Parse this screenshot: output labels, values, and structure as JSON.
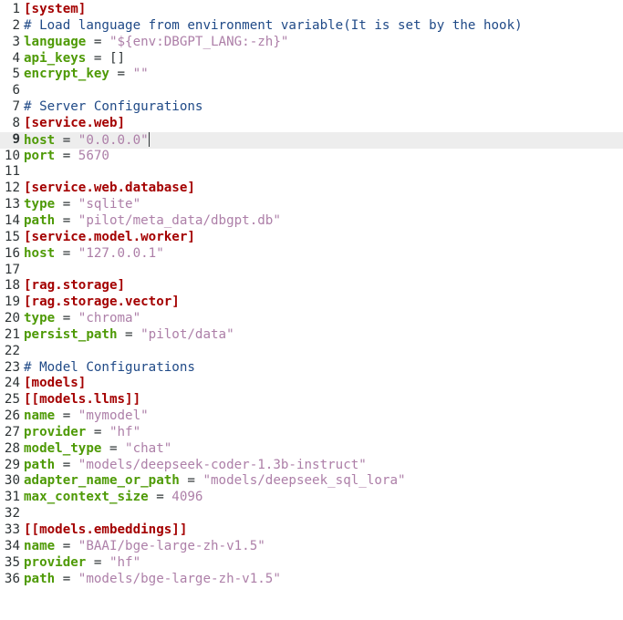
{
  "editor": {
    "current_line": 9,
    "lines": [
      {
        "n": "1",
        "tokens": [
          {
            "t": "section",
            "v": "[system]"
          }
        ]
      },
      {
        "n": "2",
        "tokens": [
          {
            "t": "comment",
            "v": "# Load language from environment variable(It is set by the hook)"
          }
        ]
      },
      {
        "n": "3",
        "tokens": [
          {
            "t": "key",
            "v": "language"
          },
          {
            "t": "op",
            "v": " = "
          },
          {
            "t": "str",
            "v": "\"${env:DBGPT_LANG:-zh}\""
          }
        ]
      },
      {
        "n": "4",
        "tokens": [
          {
            "t": "key",
            "v": "api_keys"
          },
          {
            "t": "op",
            "v": " = "
          },
          {
            "t": "plain",
            "v": "[]"
          }
        ]
      },
      {
        "n": "5",
        "tokens": [
          {
            "t": "key",
            "v": "encrypt_key"
          },
          {
            "t": "op",
            "v": " = "
          },
          {
            "t": "str",
            "v": "\"\""
          }
        ]
      },
      {
        "n": "6",
        "tokens": []
      },
      {
        "n": "7",
        "tokens": [
          {
            "t": "comment",
            "v": "# Server Configurations"
          }
        ]
      },
      {
        "n": "8",
        "tokens": [
          {
            "t": "section",
            "v": "[service.web]"
          }
        ]
      },
      {
        "n": "9",
        "tokens": [
          {
            "t": "key",
            "v": "host"
          },
          {
            "t": "op",
            "v": " = "
          },
          {
            "t": "str",
            "v": "\"0.0.0.0\""
          },
          {
            "t": "cursor",
            "v": ""
          }
        ]
      },
      {
        "n": "10",
        "tokens": [
          {
            "t": "key",
            "v": "port"
          },
          {
            "t": "op",
            "v": " = "
          },
          {
            "t": "num",
            "v": "5670"
          }
        ]
      },
      {
        "n": "11",
        "tokens": []
      },
      {
        "n": "12",
        "tokens": [
          {
            "t": "section",
            "v": "[service.web.database]"
          }
        ]
      },
      {
        "n": "13",
        "tokens": [
          {
            "t": "key",
            "v": "type"
          },
          {
            "t": "op",
            "v": " = "
          },
          {
            "t": "str",
            "v": "\"sqlite\""
          }
        ]
      },
      {
        "n": "14",
        "tokens": [
          {
            "t": "key",
            "v": "path"
          },
          {
            "t": "op",
            "v": " = "
          },
          {
            "t": "str",
            "v": "\"pilot/meta_data/dbgpt.db\""
          }
        ]
      },
      {
        "n": "15",
        "tokens": [
          {
            "t": "section",
            "v": "[service.model.worker]"
          }
        ]
      },
      {
        "n": "16",
        "tokens": [
          {
            "t": "key",
            "v": "host"
          },
          {
            "t": "op",
            "v": " = "
          },
          {
            "t": "str",
            "v": "\"127.0.0.1\""
          }
        ]
      },
      {
        "n": "17",
        "tokens": []
      },
      {
        "n": "18",
        "tokens": [
          {
            "t": "section",
            "v": "[rag.storage]"
          }
        ]
      },
      {
        "n": "19",
        "tokens": [
          {
            "t": "section",
            "v": "[rag.storage.vector]"
          }
        ]
      },
      {
        "n": "20",
        "tokens": [
          {
            "t": "key",
            "v": "type"
          },
          {
            "t": "op",
            "v": " = "
          },
          {
            "t": "str",
            "v": "\"chroma\""
          }
        ]
      },
      {
        "n": "21",
        "tokens": [
          {
            "t": "key",
            "v": "persist_path"
          },
          {
            "t": "op",
            "v": " = "
          },
          {
            "t": "str",
            "v": "\"pilot/data\""
          }
        ]
      },
      {
        "n": "22",
        "tokens": []
      },
      {
        "n": "23",
        "tokens": [
          {
            "t": "comment",
            "v": "# Model Configurations"
          }
        ]
      },
      {
        "n": "24",
        "tokens": [
          {
            "t": "section",
            "v": "[models]"
          }
        ]
      },
      {
        "n": "25",
        "tokens": [
          {
            "t": "section",
            "v": "[[models.llms]]"
          }
        ]
      },
      {
        "n": "26",
        "tokens": [
          {
            "t": "key",
            "v": "name"
          },
          {
            "t": "op",
            "v": " = "
          },
          {
            "t": "str",
            "v": "\"mymodel\""
          }
        ]
      },
      {
        "n": "27",
        "tokens": [
          {
            "t": "key",
            "v": "provider"
          },
          {
            "t": "op",
            "v": " = "
          },
          {
            "t": "str",
            "v": "\"hf\""
          }
        ]
      },
      {
        "n": "28",
        "tokens": [
          {
            "t": "key",
            "v": "model_type"
          },
          {
            "t": "op",
            "v": " = "
          },
          {
            "t": "str",
            "v": "\"chat\""
          }
        ]
      },
      {
        "n": "29",
        "tokens": [
          {
            "t": "key",
            "v": "path"
          },
          {
            "t": "op",
            "v": " = "
          },
          {
            "t": "str",
            "v": "\"models/deepseek-coder-1.3b-instruct\""
          }
        ]
      },
      {
        "n": "30",
        "tokens": [
          {
            "t": "key",
            "v": "adapter_name_or_path"
          },
          {
            "t": "op",
            "v": " = "
          },
          {
            "t": "str",
            "v": "\"models/deepseek_sql_lora\""
          }
        ]
      },
      {
        "n": "31",
        "tokens": [
          {
            "t": "key",
            "v": "max_context_size"
          },
          {
            "t": "op",
            "v": " = "
          },
          {
            "t": "num",
            "v": "4096"
          }
        ]
      },
      {
        "n": "32",
        "tokens": []
      },
      {
        "n": "33",
        "tokens": [
          {
            "t": "section",
            "v": "[[models.embeddings]]"
          }
        ]
      },
      {
        "n": "34",
        "tokens": [
          {
            "t": "key",
            "v": "name"
          },
          {
            "t": "op",
            "v": " = "
          },
          {
            "t": "str",
            "v": "\"BAAI/bge-large-zh-v1.5\""
          }
        ]
      },
      {
        "n": "35",
        "tokens": [
          {
            "t": "key",
            "v": "provider"
          },
          {
            "t": "op",
            "v": " = "
          },
          {
            "t": "str",
            "v": "\"hf\""
          }
        ]
      },
      {
        "n": "36",
        "tokens": [
          {
            "t": "key",
            "v": "path"
          },
          {
            "t": "op",
            "v": " = "
          },
          {
            "t": "str",
            "v": "\"models/bge-large-zh-v1.5\""
          }
        ]
      }
    ]
  },
  "colors": {
    "section": "#a40000",
    "key": "#4e9a06",
    "string": "#ad7fa8",
    "comment": "#204a87",
    "text": "#2e3436",
    "current_line_bg": "#ededed"
  }
}
